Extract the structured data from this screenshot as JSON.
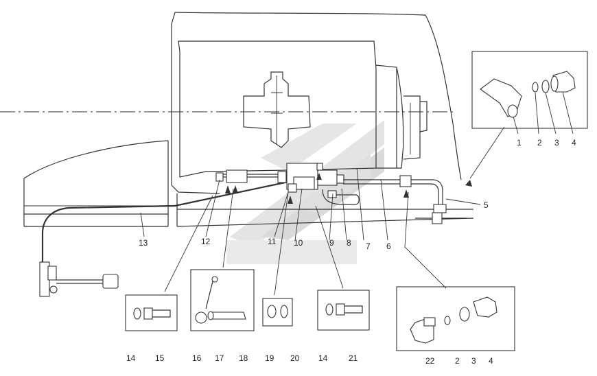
{
  "callouts": {
    "c1": "1",
    "c2": "2",
    "c3": "3",
    "c4": "4",
    "c5": "5",
    "c6": "6",
    "c7": "7",
    "c8": "8",
    "c9": "9",
    "c10": "10",
    "c11": "11",
    "c12": "12",
    "c13": "13",
    "b1_14": "14",
    "b1_15": "15",
    "b2_16": "16",
    "b2_17": "17",
    "b2_18": "18",
    "b3_19": "19",
    "b3_20": "20",
    "b4_14": "14",
    "b4_21": "21",
    "b5_22": "22",
    "b5_2": "2",
    "b5_3": "3",
    "b5_4": "4"
  },
  "colors": {
    "line": "#333333",
    "watermark_light": "#cfcfcf",
    "watermark_dark": "#b5b5b5"
  }
}
